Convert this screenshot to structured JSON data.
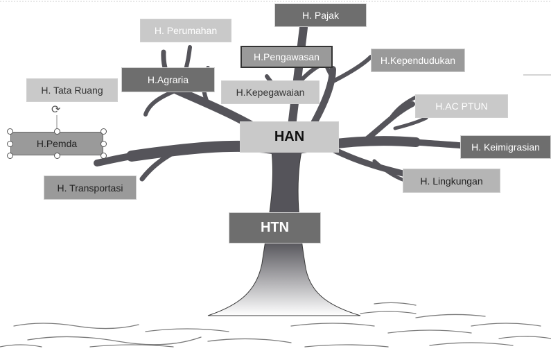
{
  "diagram": {
    "trunk_label": "HTN",
    "hub_label": "HAN",
    "branches": {
      "pajak": "H. Pajak",
      "perumahan": "H. Perumahan",
      "pengawasan": "H.Pengawasan",
      "kependudukan": "H.Kependudukan",
      "agraria": "H.Agraria",
      "tata_ruang": "H. Tata Ruang",
      "kepegawaian": "H.Kepegawaian",
      "ac_ptun": "H.AC PTUN",
      "pemda": "H.Pemda",
      "keimigrasian": "H. Keimigrasian",
      "transportasi": "H. Transportasi",
      "lingkungan": "H. Lingkungan"
    },
    "selected_item": "pemda"
  },
  "colors": {
    "tree": "#55545a",
    "box_dark": "#6e6e6e",
    "box_mid": "#9a9a9a",
    "box_light": "#c9c9c9"
  }
}
